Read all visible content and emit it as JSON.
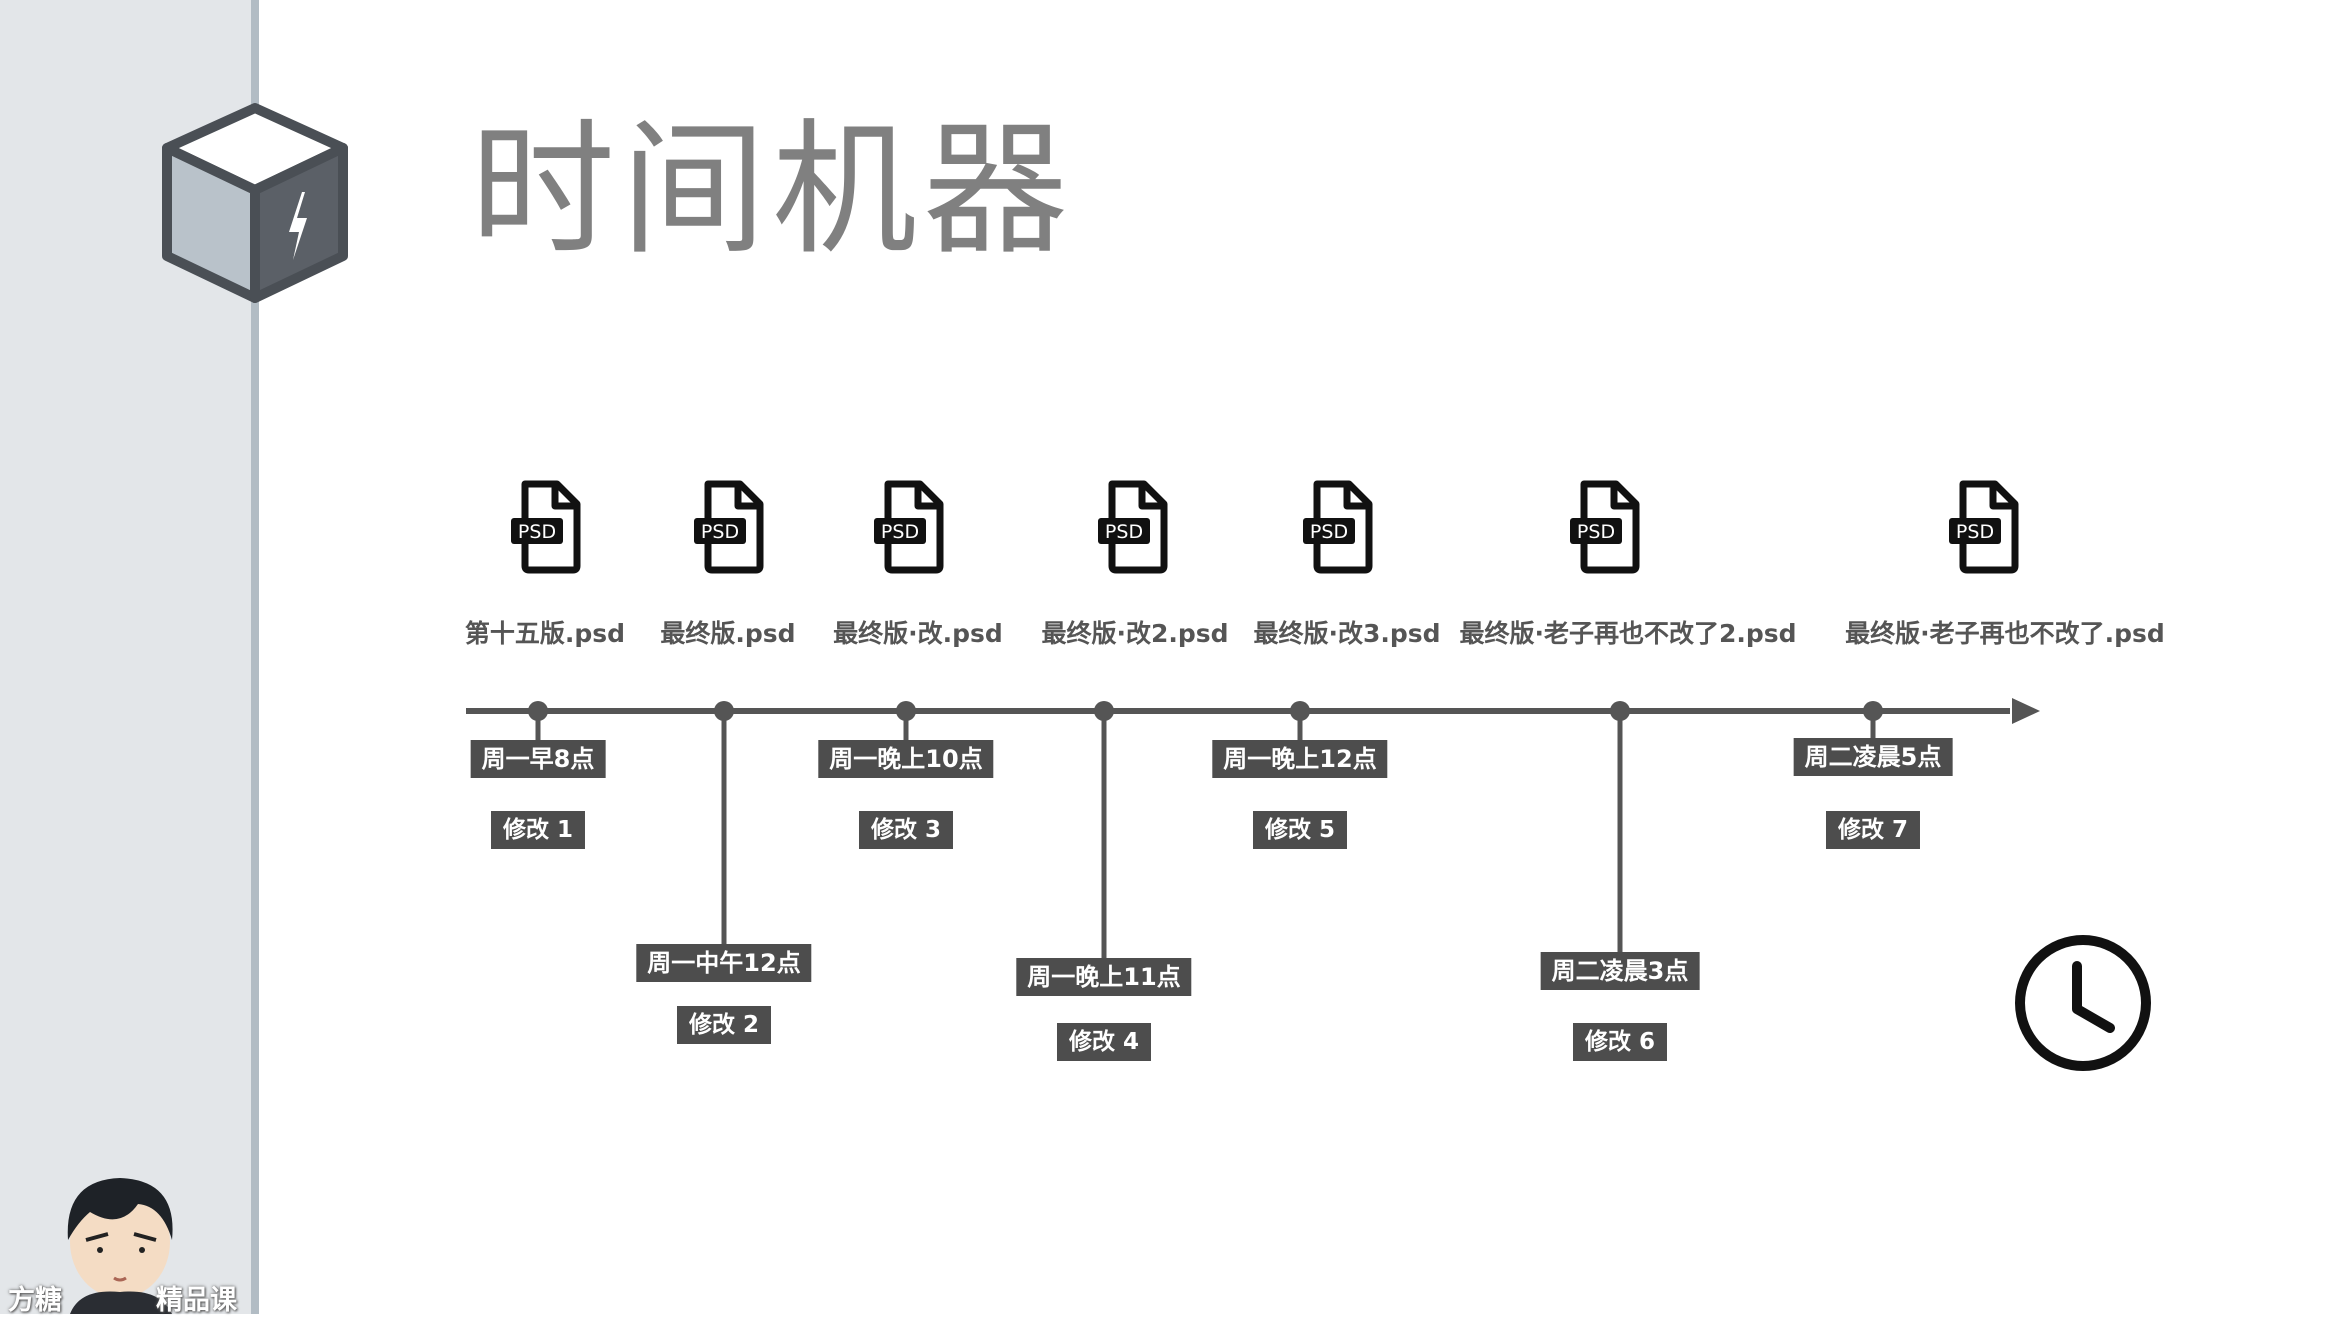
{
  "title": "时间机器",
  "timeline": {
    "files": [
      {
        "name": "第十五版.psd",
        "icon": "psd-file-icon"
      },
      {
        "name": "最终版.psd",
        "icon": "psd-file-icon"
      },
      {
        "name": "最终版·改.psd",
        "icon": "psd-file-icon"
      },
      {
        "name": "最终版·改2.psd",
        "icon": "psd-file-icon"
      },
      {
        "name": "最终版·改3.psd",
        "icon": "psd-file-icon"
      },
      {
        "name": "最终版·老子再也不改了2.psd",
        "icon": "psd-file-icon"
      },
      {
        "name": "最终版·老子再也不改了.psd",
        "icon": "psd-file-icon"
      }
    ],
    "psd_badge": "PSD",
    "revisions": [
      {
        "time": "周一早8点",
        "label": "修改 1"
      },
      {
        "time": "周一中午12点",
        "label": "修改 2"
      },
      {
        "time": "周一晚上10点",
        "label": "修改 3"
      },
      {
        "time": "周一晚上11点",
        "label": "修改 4"
      },
      {
        "time": "周一晚上12点",
        "label": "修改 5"
      },
      {
        "time": "周二凌晨3点",
        "label": "修改 6"
      },
      {
        "time": "周二凌晨5点",
        "label": "修改 7"
      }
    ]
  },
  "icons": {
    "logo": "cube-lightning-icon",
    "clock": "clock-icon",
    "avatar": "avatar-icon"
  },
  "brand": {
    "left": "方糖",
    "right": "精品课"
  },
  "colors": {
    "line": "#555555",
    "tag": "#4d4d4d",
    "sidebar": "#e3e6e9",
    "title": "#808080"
  }
}
